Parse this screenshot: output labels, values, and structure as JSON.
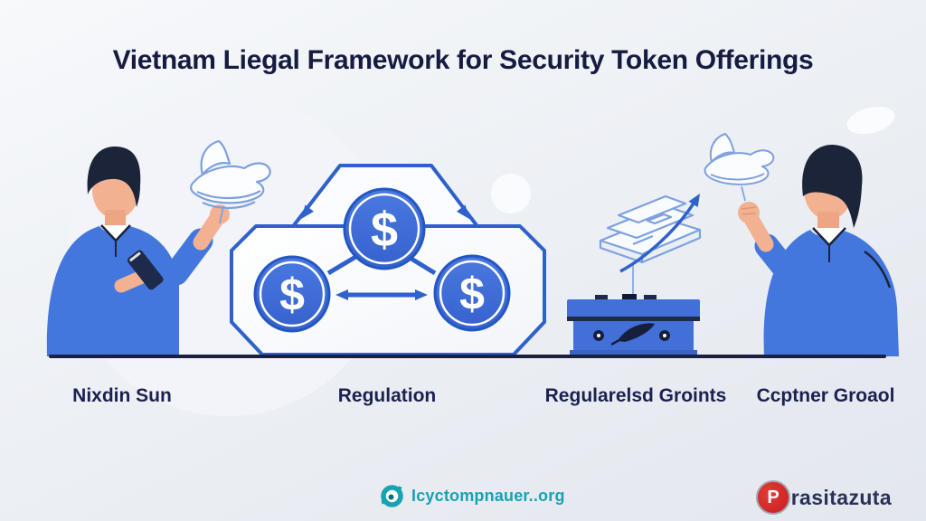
{
  "title": "Vietnam Liegal Framework for Security Token Offerings",
  "labels": {
    "items": [
      {
        "text": "Nixdin Sun"
      },
      {
        "text": "Regulation"
      },
      {
        "text": "Regularelsd Groints"
      },
      {
        "text": "Ccptner Groaol"
      }
    ]
  },
  "diagram": {
    "coin_symbol": "$",
    "coin_fill": "#3e6ed6",
    "outline_color": "#2e61cb",
    "description_shapes": "octagon-frame-with-roof-and-three-dollar-coins-linked-by-arrows"
  },
  "illustration": {
    "shirt_color": "#4377de",
    "skin_color": "#f2b292",
    "hair_color": "#1b2438",
    "sketch_color": "#7da0e0",
    "baseline_color": "#1a2140"
  },
  "footer": {
    "site_label": "Icyctompnauer..org",
    "site_color": "#17a3b2",
    "brand_badge_letter": "P",
    "brand_overlap_letter": "P",
    "brand_name": "rasitazuta",
    "brand_red": "#d3222a"
  },
  "colors": {
    "background_top": "#f7f9fb",
    "background_bottom": "#e3e7ee",
    "title_color": "#161b41",
    "label_color": "#1b2150"
  }
}
